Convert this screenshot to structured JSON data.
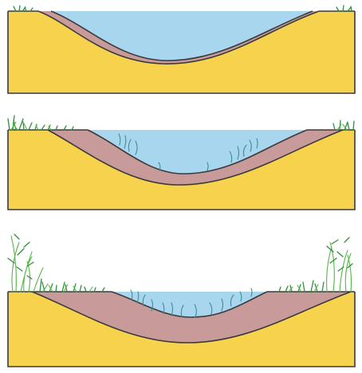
{
  "colors": {
    "soil": "#f7d24c",
    "sediment": "#c89a9a",
    "water": "#a8d6ee",
    "outline": "#3b3a3a",
    "grass": "#2f8f3b",
    "grass_light": "#57b547",
    "aquatic_weed": "#3c8f8f"
  },
  "stages": [
    {
      "name": "stage-1-open-water",
      "sediment_level": "thin",
      "vegetation": "sparse"
    },
    {
      "name": "stage-2-filling",
      "sediment_level": "medium",
      "vegetation": "aquatic-plants-and-edge-grass"
    },
    {
      "name": "stage-3-shallow",
      "sediment_level": "thick",
      "vegetation": "dense-edge-plants"
    }
  ]
}
